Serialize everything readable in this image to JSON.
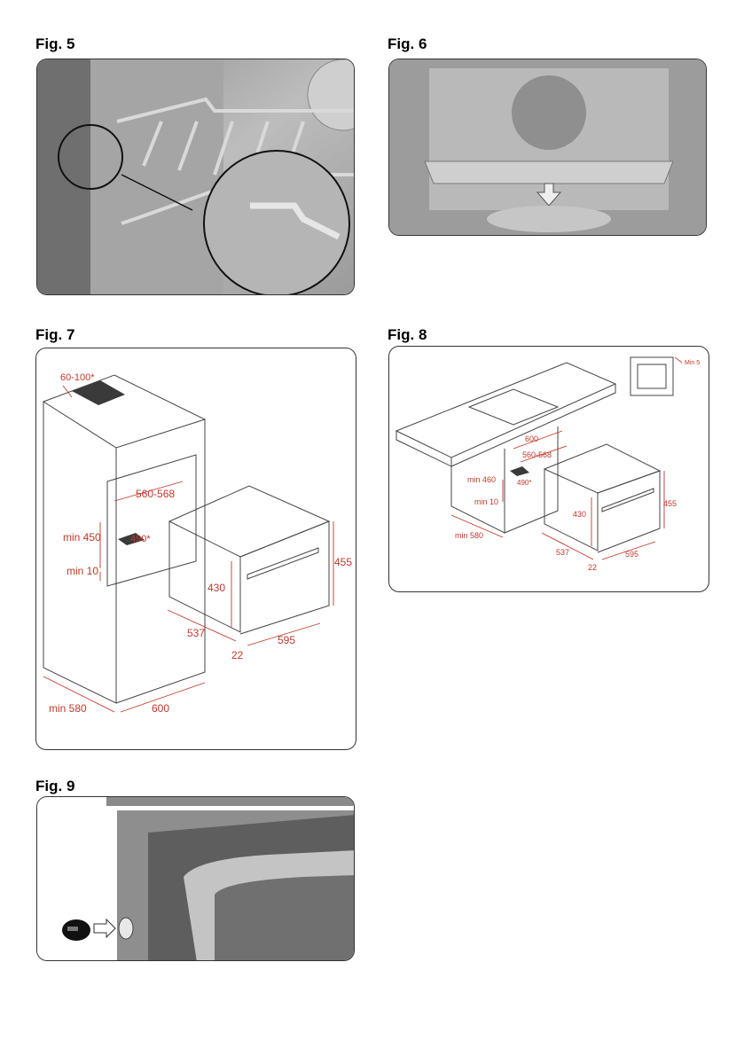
{
  "figures": {
    "fig5": {
      "title": "Fig. 5"
    },
    "fig6": {
      "title": "Fig. 6"
    },
    "fig7": {
      "title": "Fig. 7",
      "dims": {
        "vent": "60-100*",
        "niche_width": "560-568",
        "min_height": "min 450",
        "vent_depth": "490*",
        "min_gap": "min 10",
        "height": "455",
        "front_height": "430",
        "depth": "537",
        "front_offset": "22",
        "width": "595",
        "min_depth": "min 580",
        "cabinet_width": "600"
      }
    },
    "fig8": {
      "title": "Fig. 8",
      "dims": {
        "min_5": "Min 5",
        "cabinet_width": "600",
        "niche_width": "560-568",
        "min_height": "min 460",
        "vent_depth": "490*",
        "min_gap": "min 10",
        "front_height": "430",
        "height": "455",
        "min_depth": "min 580",
        "depth": "537",
        "front_offset": "22",
        "width": "595"
      }
    },
    "fig9": {
      "title": "Fig. 9"
    }
  }
}
